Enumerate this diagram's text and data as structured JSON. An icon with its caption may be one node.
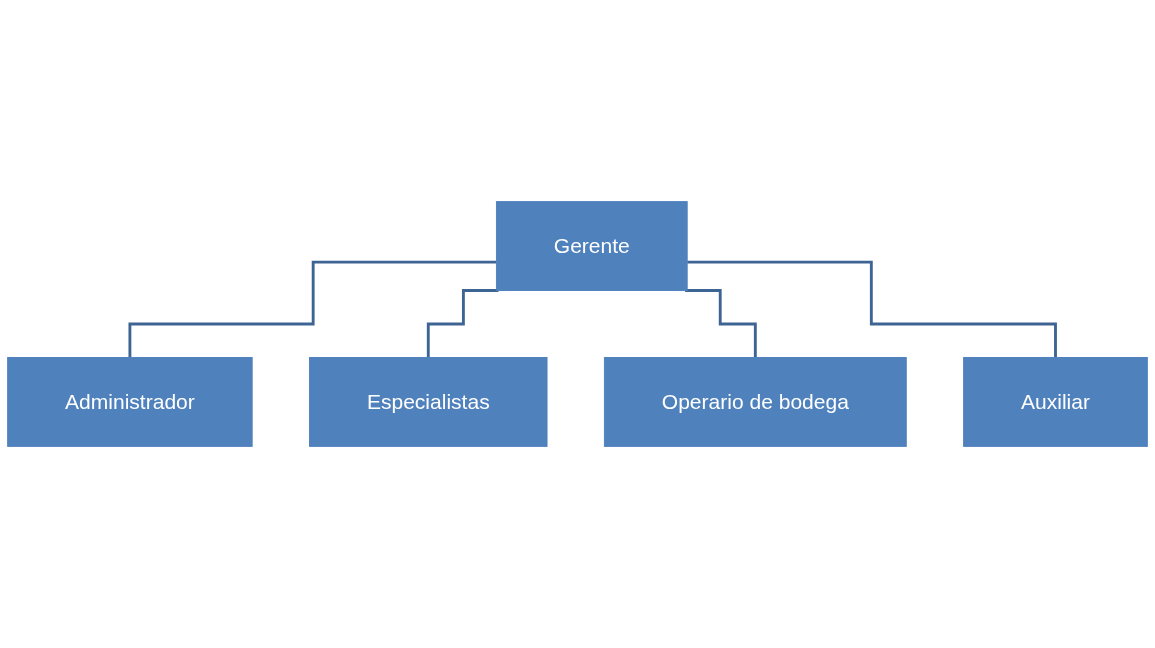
{
  "diagram": {
    "nodes": [
      {
        "text": [
          "Gerente"
        ]
      },
      {
        "text": [
          "Administrador"
        ]
      },
      {
        "text": [
          "Especialistas"
        ]
      },
      {
        "text": [
          "Operario de bodega"
        ]
      },
      {
        "text": [
          "Auxiliar"
        ]
      }
    ],
    "edges": [
      {
        "from": 0,
        "to": 1,
        "arrow": "none"
      },
      {
        "from": 0,
        "to": 2,
        "arrow": "none"
      },
      {
        "from": 0,
        "to": 3,
        "arrow": "none"
      },
      {
        "from": 0,
        "to": 4,
        "arrow": "none"
      }
    ]
  }
}
